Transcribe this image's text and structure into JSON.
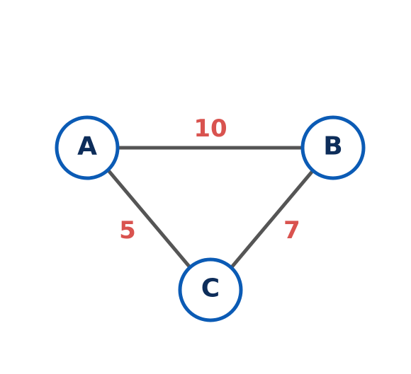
{
  "graph": {
    "nodes": [
      {
        "id": "A",
        "label": "A"
      },
      {
        "id": "B",
        "label": "B"
      },
      {
        "id": "C",
        "label": "C"
      }
    ],
    "edges": [
      {
        "from": "A",
        "to": "B",
        "weight": "10"
      },
      {
        "from": "A",
        "to": "C",
        "weight": "5"
      },
      {
        "from": "B",
        "to": "C",
        "weight": "7"
      }
    ]
  },
  "colors": {
    "node_stroke": "#0b5bb5",
    "node_text": "#0d2d5a",
    "edge": "#555555",
    "weight_text": "#d9534f",
    "background": "#ffffff"
  }
}
